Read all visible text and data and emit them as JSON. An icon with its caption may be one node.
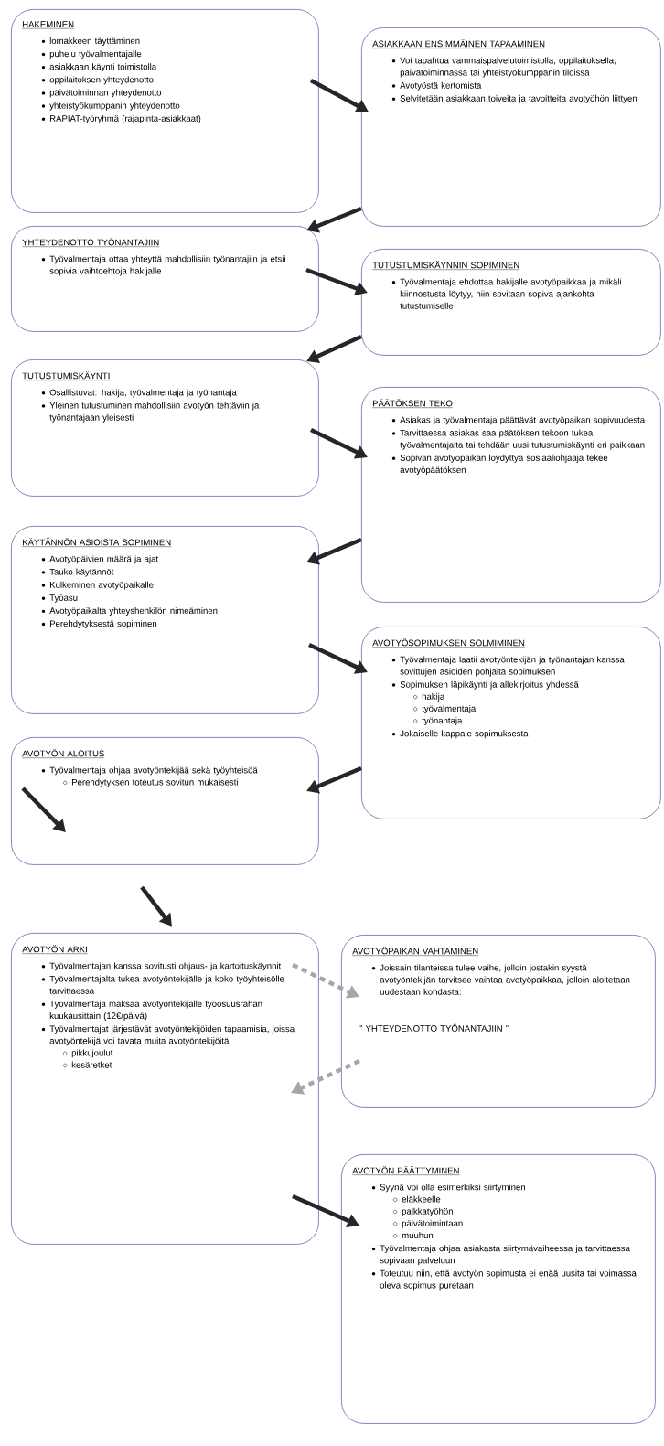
{
  "diagram": {
    "nodes": [
      {
        "text": [
          "HAKEMINEN",
          "lomakkeen täyttäminen",
          "puhelu työvalmentajalle",
          "asiakkaan käynti toimistolla",
          "oppilaitoksen yhteydenotto",
          "päivätoiminnan yhteydenotto",
          "yhteistyökumppanin yhteydenotto",
          "RAPIAT-työryhmä (rajapinta-asiakkaat)"
        ]
      },
      {
        "text": [
          "ASIAKKAAN ENSIMMÄINEN TAPAAMINEN",
          "Voi tapahtua vammaispalvelutoimistolla, oppilaitoksella, päivätoiminnassa tai yhteistyökumppanin tiloissa",
          "Avotyöstä kertomista",
          "Selvitetään asiakkaan toiveita ja tavoitteita avotyöhön liittyen"
        ]
      },
      {
        "text": [
          "YHTEYDENOTTO TYÖNANTAJIIN",
          "Työvalmentaja ottaa yhteyttä mahdollisiin työnantajiin ja etsii sopivia vaihtoehtoja hakijalle"
        ]
      },
      {
        "text": [
          "TUTUSTUMISKÄYNNIN SOPIMINEN",
          "Työvalmentaja ehdottaa hakijalle avotyöpaikkaa ja mikäli kiinnostusta löytyy, niin sovitaan sopiva ajankohta tutustumiselle"
        ]
      },
      {
        "text": [
          "TUTUSTUMISKÄYNTI",
          "Osallistuvat: hakija, työvalmentaja ja työnantaja",
          "Yleinen tutustuminen mahdollisiin avotyön tehtäviin ja työnantajaan yleisesti"
        ]
      },
      {
        "text": [
          "PÄÄTÖKSEN TEKO",
          "Asiakas ja työvalmentaja päättävät avotyöpaikan sopivuudesta",
          "Tarvittaessa asiakas saa päätöksen tekoon tukea työvalmentajalta tai tehdään uusi tutustumiskäynti eri paikkaan",
          "Sopivan avotyöpaikan löydyttyä sosiaaliohjaaja tekee avotyöpäätöksen"
        ]
      },
      {
        "text": [
          "KÄYTÄNNÖN ASIOISTA SOPIMINEN",
          "Avotyöpäivien määrä ja ajat",
          "Tauko käytännöt",
          "Kulkeminen avotyöpaikalle",
          "Työasu",
          "Avotyöpaikalta yhteyshenkilön nimeäminen",
          "Perehdytyksestä sopiminen"
        ]
      },
      {
        "text": [
          "AVOTYÖSOPIMUKSEN SOLMIMINEN",
          "Työvalmentaja laatii avotyöntekijän ja työnantajan kanssa sovittujen asioiden pohjalta sopimuksen",
          "Sopimuksen läpikäynti ja allekirjoitus yhdessä",
          "hakija",
          "työvalmentaja",
          "työnantaja",
          "Jokaiselle kappale sopimuksesta"
        ]
      },
      {
        "text": [
          "AVOTYÖN ALOITUS",
          "Työvalmentaja ohjaa avotyöntekijää sekä työyhteisöä",
          "Perehdytyksen toteutus sovitun mukaisesti"
        ]
      },
      {
        "text": [
          "AVOTYÖN ARKI",
          "Työvalmentajan kanssa sovitusti ohjaus- ja kartoituskäynnit",
          "Työvalmentajalta tukea avotyöntekijälle ja koko työyhteisölle tarvittaessa",
          "Työvalmentaja maksaa avotyöntekijälle työosuusrahan kuukausittain (12€/päivä)",
          "Työvalmentajat järjestävät avotyöntekijöiden tapaamisia, joissa avotyöntekijä voi tavata muita avotyöntekijöitä",
          "pikkujoulut",
          "kesäretket"
        ]
      },
      {
        "text": [
          "AVOTYÖPAIKAN VAHTAMINEN",
          "Joissain tilanteissa tulee vaihe, jolloin jostakin syystä avotyöntekijän tarvitsee vaihtaa avotyöpaikkaa, jolloin aloitetaan uudestaan kohdasta:",
          "” YHTEYDENOTTO TYÖNANTAJIIN ”"
        ]
      },
      {
        "text": [
          "AVOTYÖN PÄÄTTYMINEN",
          "Syynä voi olla esimerkiksi siirtyminen",
          "eläkkeelle",
          "palkkatyöhön",
          "päivätoimintaan",
          "muuhun",
          "Työvalmentaja ohjaa asiakasta siirtymävaiheessa ja tarvittaessa sopivaan palveluun",
          "Toteutuu niin, että avotyön sopimusta ei enää uusita tai voimassa oleva sopimus puretaan"
        ]
      }
    ],
    "edges": [
      {
        "from": 0,
        "to": 1,
        "arrow": "to"
      },
      {
        "from": 1,
        "to": 2,
        "arrow": "to"
      },
      {
        "from": 2,
        "to": 3,
        "arrow": "to"
      },
      {
        "from": 3,
        "to": 4,
        "arrow": "to"
      },
      {
        "from": 4,
        "to": 5,
        "arrow": "to"
      },
      {
        "from": 5,
        "to": 6,
        "arrow": "to"
      },
      {
        "from": 6,
        "to": 7,
        "arrow": "to"
      },
      {
        "from": 7,
        "to": 8,
        "arrow": "to"
      },
      {
        "from": 8,
        "to": null,
        "arrow": "to"
      },
      {
        "from": null,
        "to": 9,
        "arrow": "to"
      },
      {
        "from": 9,
        "to": 10,
        "arrow": "to",
        "style": "dashed",
        "color": "#a6a6a6"
      },
      {
        "from": 10,
        "to": 9,
        "arrow": "to",
        "style": "dashed",
        "color": "#a6a6a6"
      },
      {
        "from": 9,
        "to": 11,
        "arrow": "to"
      }
    ]
  }
}
